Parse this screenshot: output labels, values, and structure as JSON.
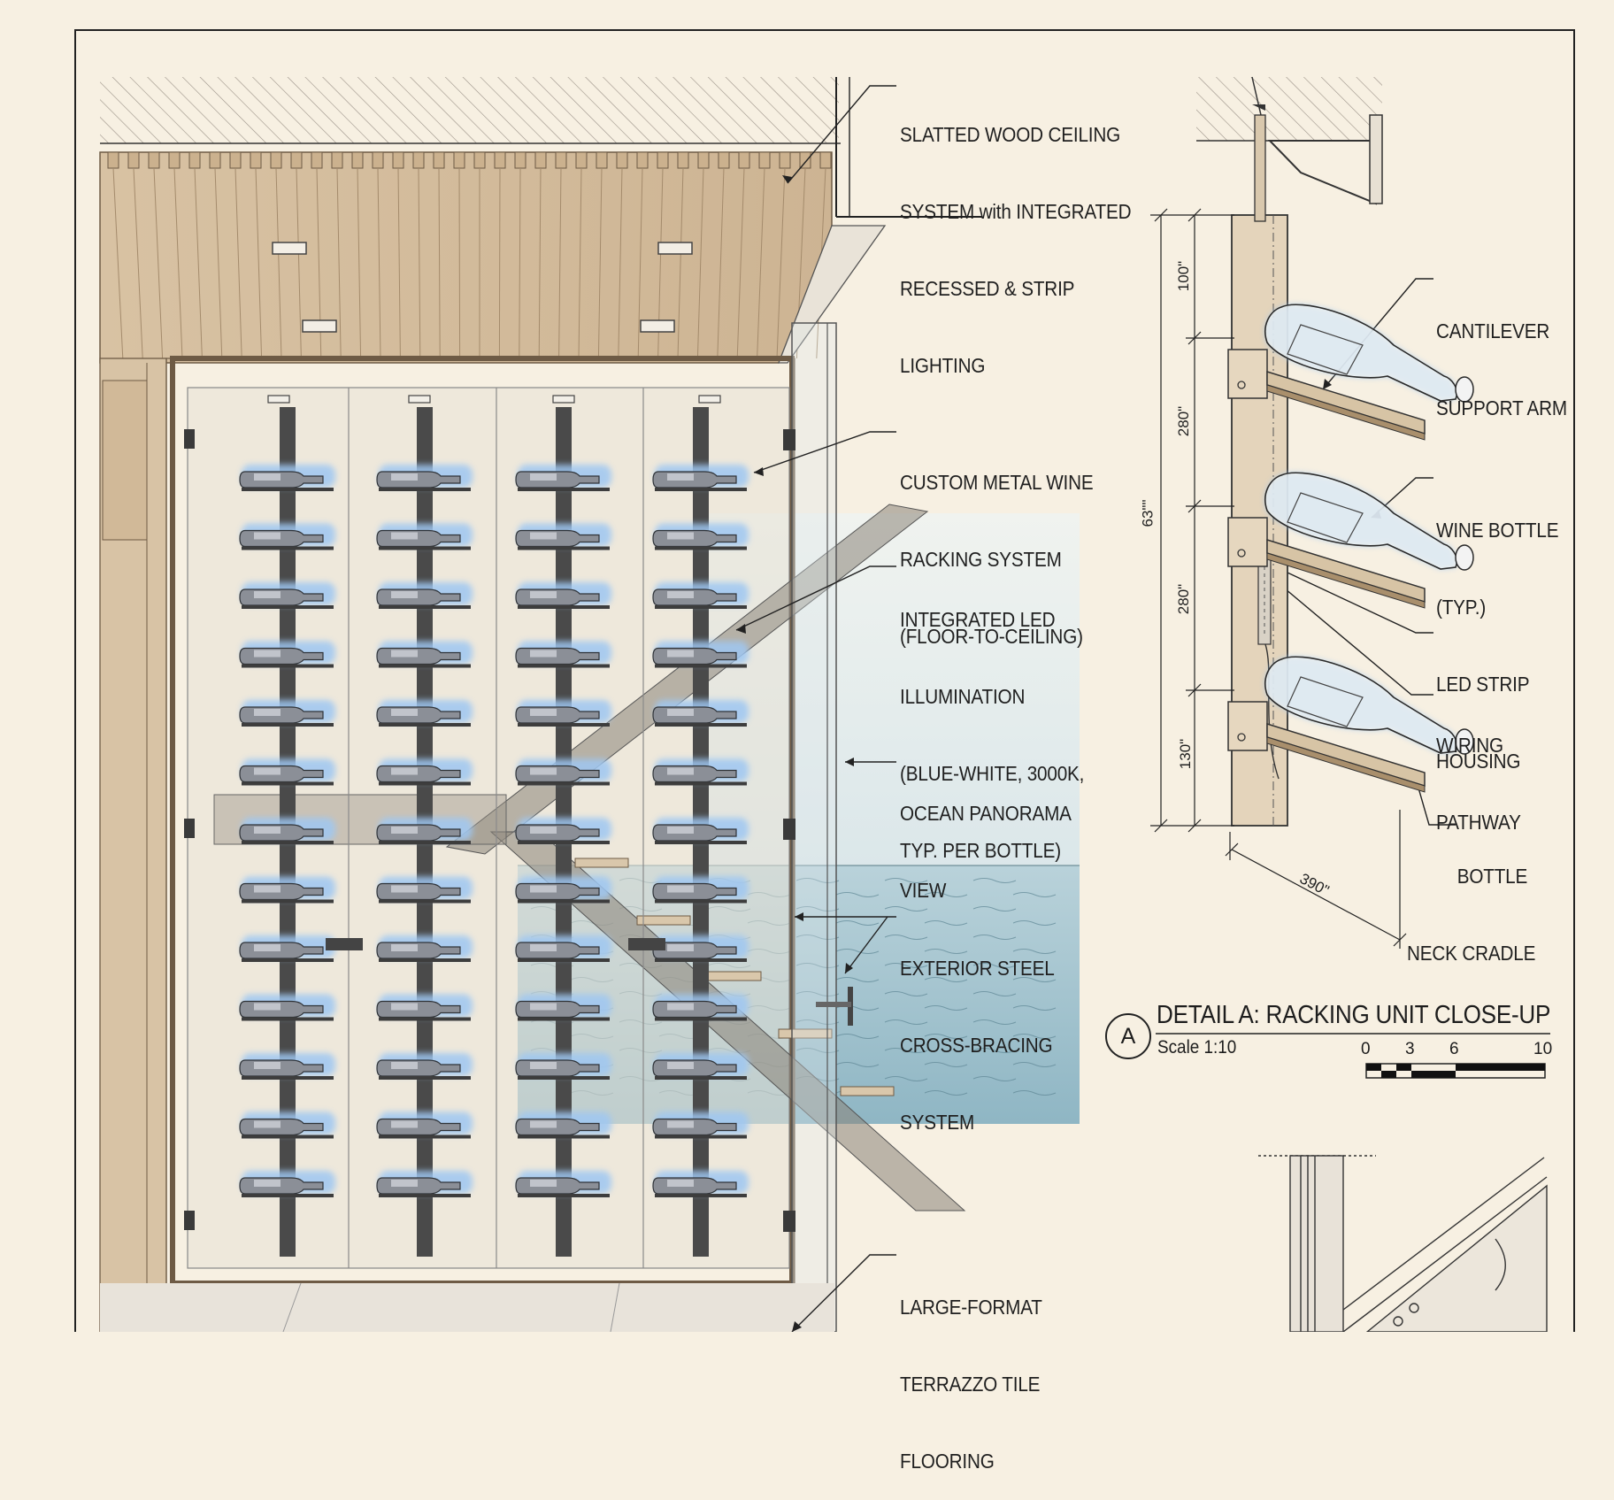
{
  "callouts": {
    "ceiling": [
      "SLATTED WOOD CEILING",
      "SYSTEM with INTEGRATED",
      "RECESSED & STRIP",
      "LIGHTING"
    ],
    "racking": [
      "CUSTOM METAL WINE",
      "RACKING SYSTEM",
      "(FLOOR-TO-CEILING)"
    ],
    "led": [
      "INTEGRATED LED",
      "ILLUMINATION",
      "(BLUE-WHITE, 3000K,",
      "TYP. PER BOTTLE)"
    ],
    "ocean": [
      "OCEAN PANORAMA",
      "VIEW"
    ],
    "bracing": [
      "EXTERIOR STEEL",
      "CROSS-BRACING",
      "SYSTEM"
    ],
    "flooring": [
      "LARGE-FORMAT",
      "TERRAZZO TILE",
      "FLOORING"
    ],
    "cantilever": [
      "CANTILEVER",
      "SUPPORT ARM"
    ],
    "bottle": [
      "WINE BOTTLE",
      "(TYP.)"
    ],
    "led_strip": [
      "LED STRIP",
      "HOUSING"
    ],
    "wiring": [
      "WIRING",
      "PATHWAY"
    ],
    "neck": [
      "BOTTLE",
      "NECK CRADLE"
    ]
  },
  "dimensions": {
    "top": "100\"",
    "upper": "280\"",
    "middle": "280\"",
    "lower": "130\"",
    "overall": "63\"\"",
    "depth": "390\""
  },
  "detail": {
    "marker": "A",
    "title": "DETAIL A: RACKING UNIT CLOSE-UP",
    "scale": "Scale 1:10",
    "scale_ticks": [
      "0",
      "3",
      "6",
      "10"
    ]
  },
  "colors": {
    "paper": "#f7f0e2",
    "wood": "#d9c3a5",
    "steel": "#4a4a4a",
    "glow": "#9fc7f2",
    "sea": "#a9c8d2"
  }
}
